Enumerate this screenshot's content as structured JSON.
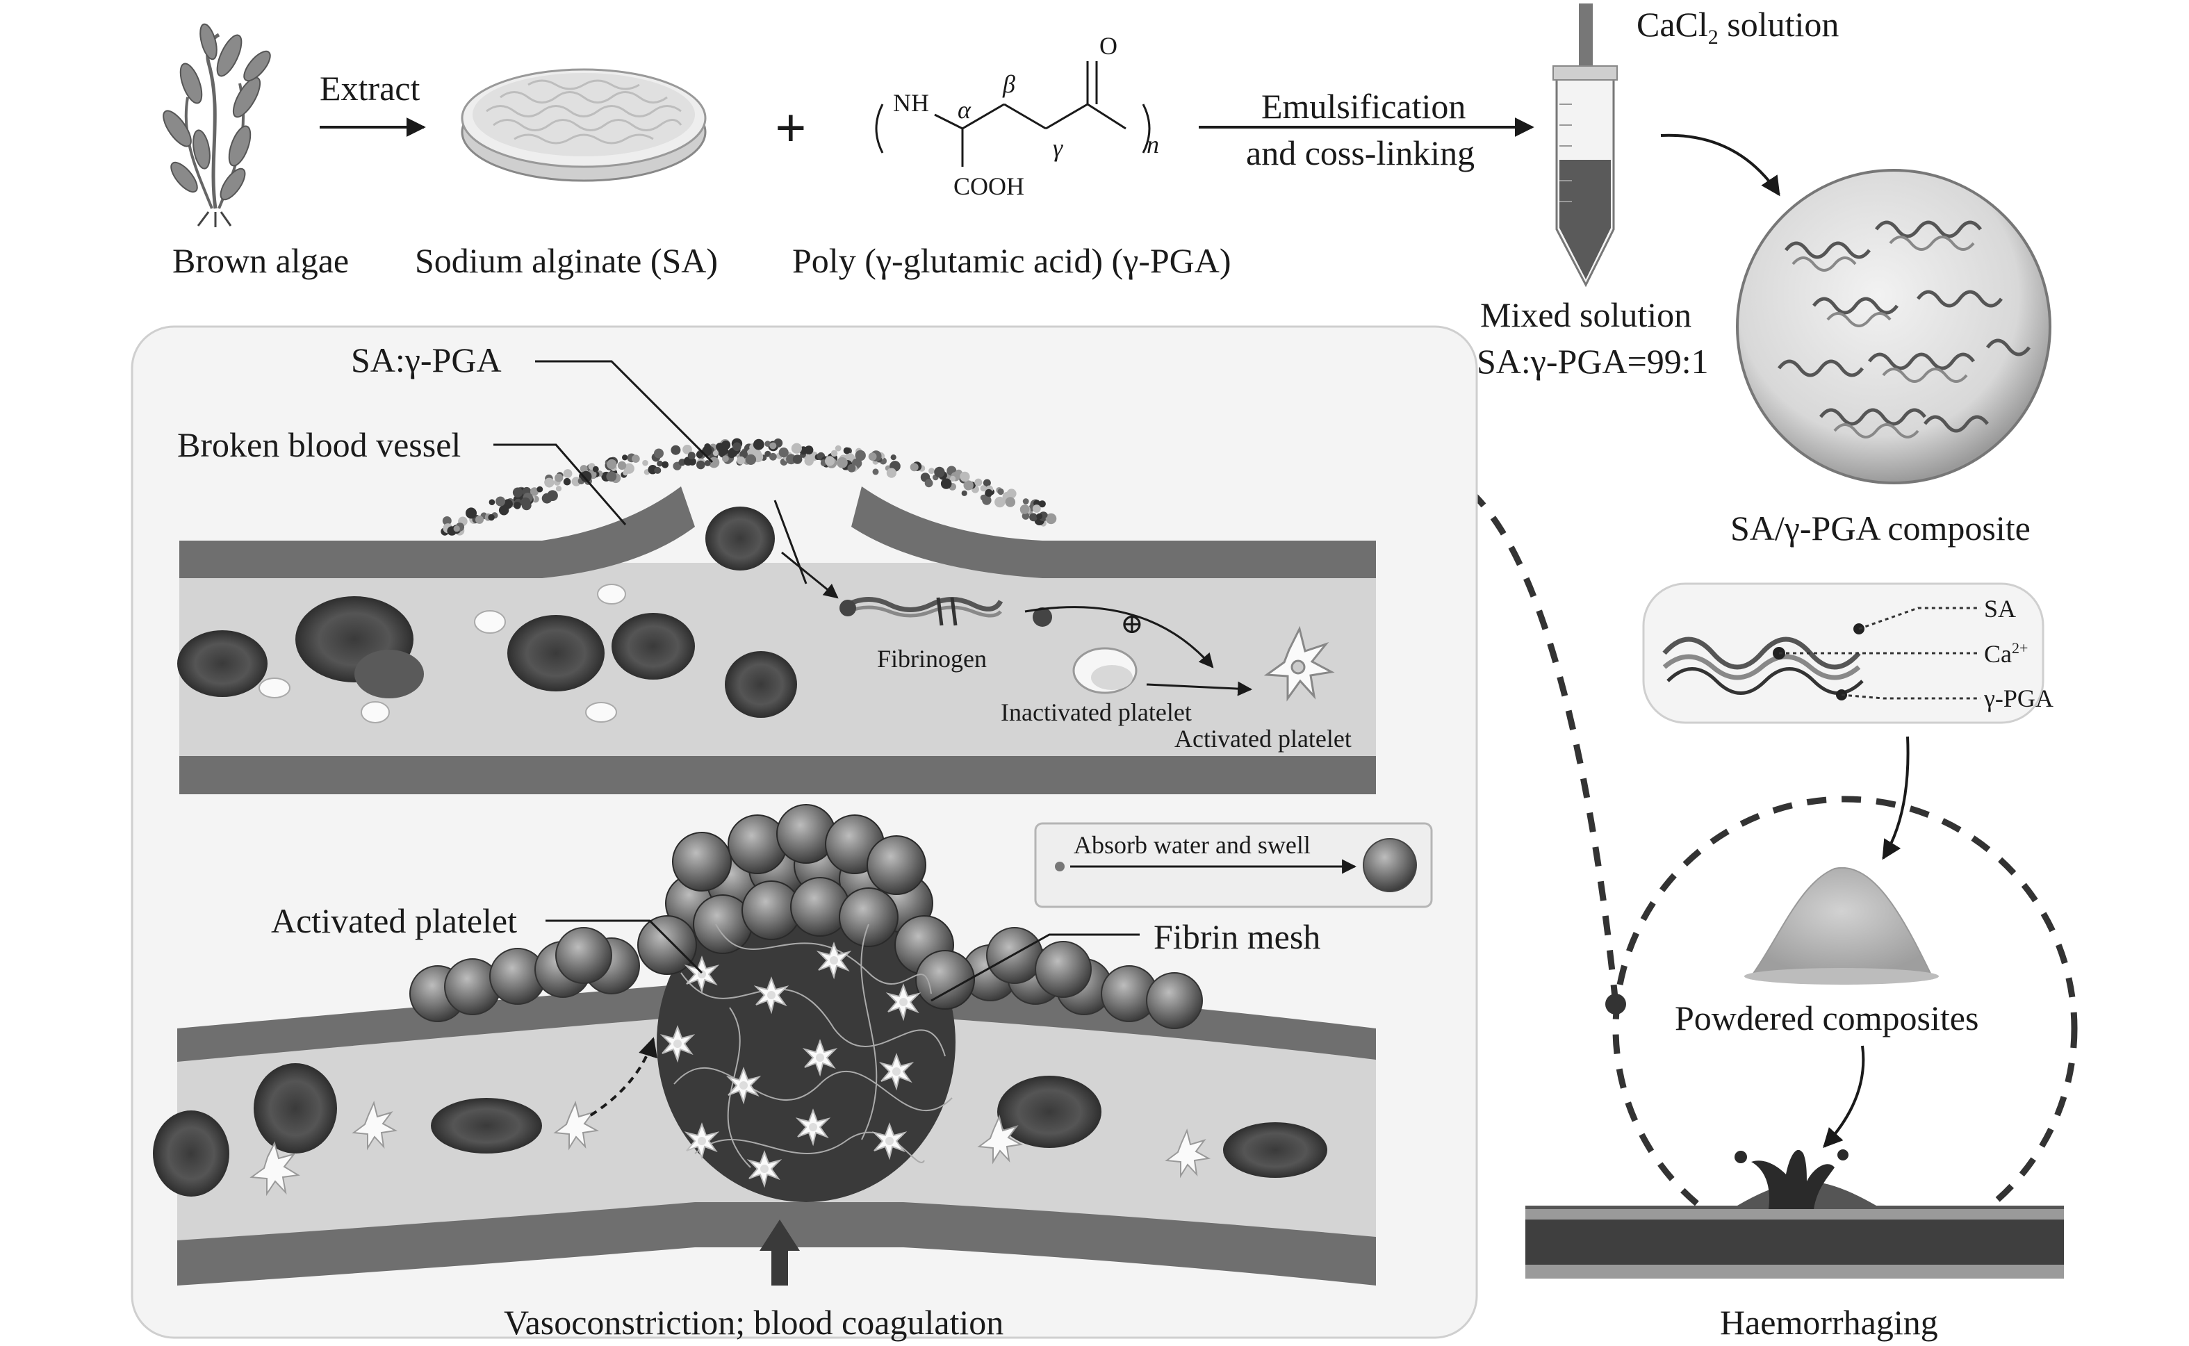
{
  "top_row": {
    "extract_label": "Extract",
    "brown_algae_label": "Brown algae",
    "sa_label": "Sodium alginate (SA)",
    "pga_label": "Poly (γ-glutamic acid) (γ-PGA)",
    "plus_sign": "+",
    "structure": {
      "nh": "NH",
      "alpha": "α",
      "beta": "β",
      "gamma": "γ",
      "oxygen": "O",
      "cooh": "COOH",
      "n": "n"
    },
    "emulsification_line1": "Emulsification",
    "emulsification_line2": "and coss-linking",
    "cacl2_prefix": "CaCl",
    "cacl2_sub": "2",
    "cacl2_suffix": " solution",
    "mixed_line1": "Mixed solution",
    "mixed_line2": "SA:γ-PGA=99:1",
    "composite_label": "SA/γ-PGA composite"
  },
  "crosslink_legend": {
    "sa": "SA",
    "ca_prefix": "Ca",
    "ca_sup": "2+",
    "pga": "γ-PGA"
  },
  "right_column": {
    "powdered_label": "Powdered composites",
    "haemorrhaging_label": "Haemorrhaging"
  },
  "panel_top": {
    "sa_pga_label": "SA:γ-PGA",
    "broken_vessel_label": "Broken blood vessel",
    "fibrinogen_label": "Fibrinogen",
    "inactivated_label": "Inactivated platelet",
    "activated_label": "Activated platelet",
    "plus_circle": "⊕"
  },
  "panel_bottom": {
    "absorb_label": "Absorb water and swell",
    "activated_label": "Activated platelet",
    "fibrin_label": "Fibrin mesh",
    "vaso_label": "Vasoconstriction; blood coagulation"
  },
  "colors": {
    "vessel_wall": "#6f6f6f",
    "lumen": "#d4d4d4",
    "rbc": "#4a4a4a",
    "panel_bg": "#f4f4f4",
    "ink": "#1a1a1a"
  }
}
